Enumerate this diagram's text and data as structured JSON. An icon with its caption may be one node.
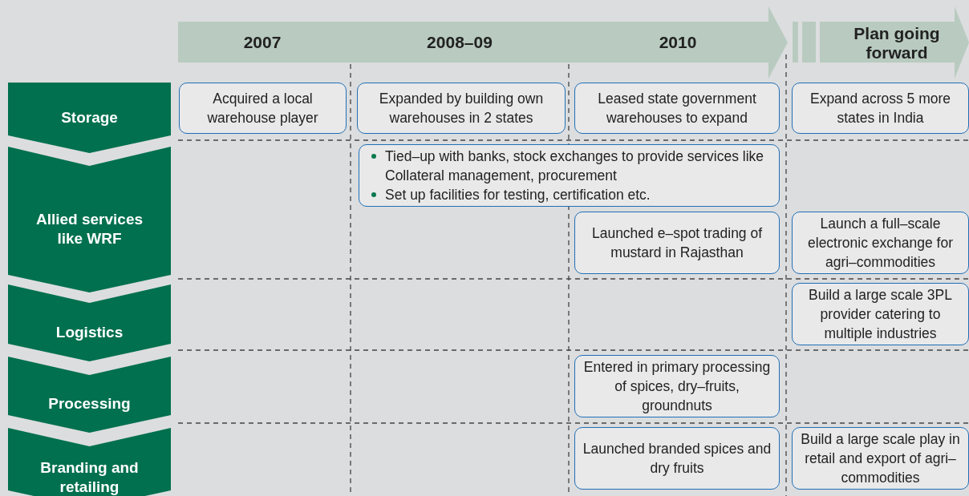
{
  "diagram": {
    "nodes": [
      {
        "text": [
          "2007",
          "2008–09",
          "2010"
        ]
      },
      {
        "text": [
          "Plan going forward"
        ]
      },
      {
        "text": [
          "Storage"
        ]
      },
      {
        "text": [
          "Allied services like WRF"
        ]
      },
      {
        "text": [
          "Logistics"
        ]
      },
      {
        "text": [
          "Processing"
        ]
      },
      {
        "text": [
          "Branding and retailing"
        ]
      },
      {
        "text": [
          "Acquired a local warehouse player"
        ]
      },
      {
        "text": [
          "Expanded by building own warehouses in 2 states"
        ]
      },
      {
        "text": [
          "Leased state government warehouses to expand"
        ]
      },
      {
        "text": [
          "Expand across 5 more states in India"
        ]
      },
      {
        "text": [
          "Tied–up with banks, stock exchanges to provide services like Collateral management, procurement",
          "Set up facilities for testing, certification etc."
        ]
      },
      {
        "text": [
          "Launched e–spot trading of mustard in Rajasthan"
        ]
      },
      {
        "text": [
          "Launch a full–scale electronic exchange for agri–commodities"
        ]
      },
      {
        "text": [
          "Build a large scale 3PL provider catering to multiple industries"
        ]
      },
      {
        "text": [
          "Entered in primary processing of spices, dry–fruits, groundnuts"
        ]
      },
      {
        "text": [
          "Launched branded spices and dry fruits"
        ]
      },
      {
        "text": [
          "Build a large scale play in retail and export of agri–commodities"
        ]
      }
    ]
  }
}
